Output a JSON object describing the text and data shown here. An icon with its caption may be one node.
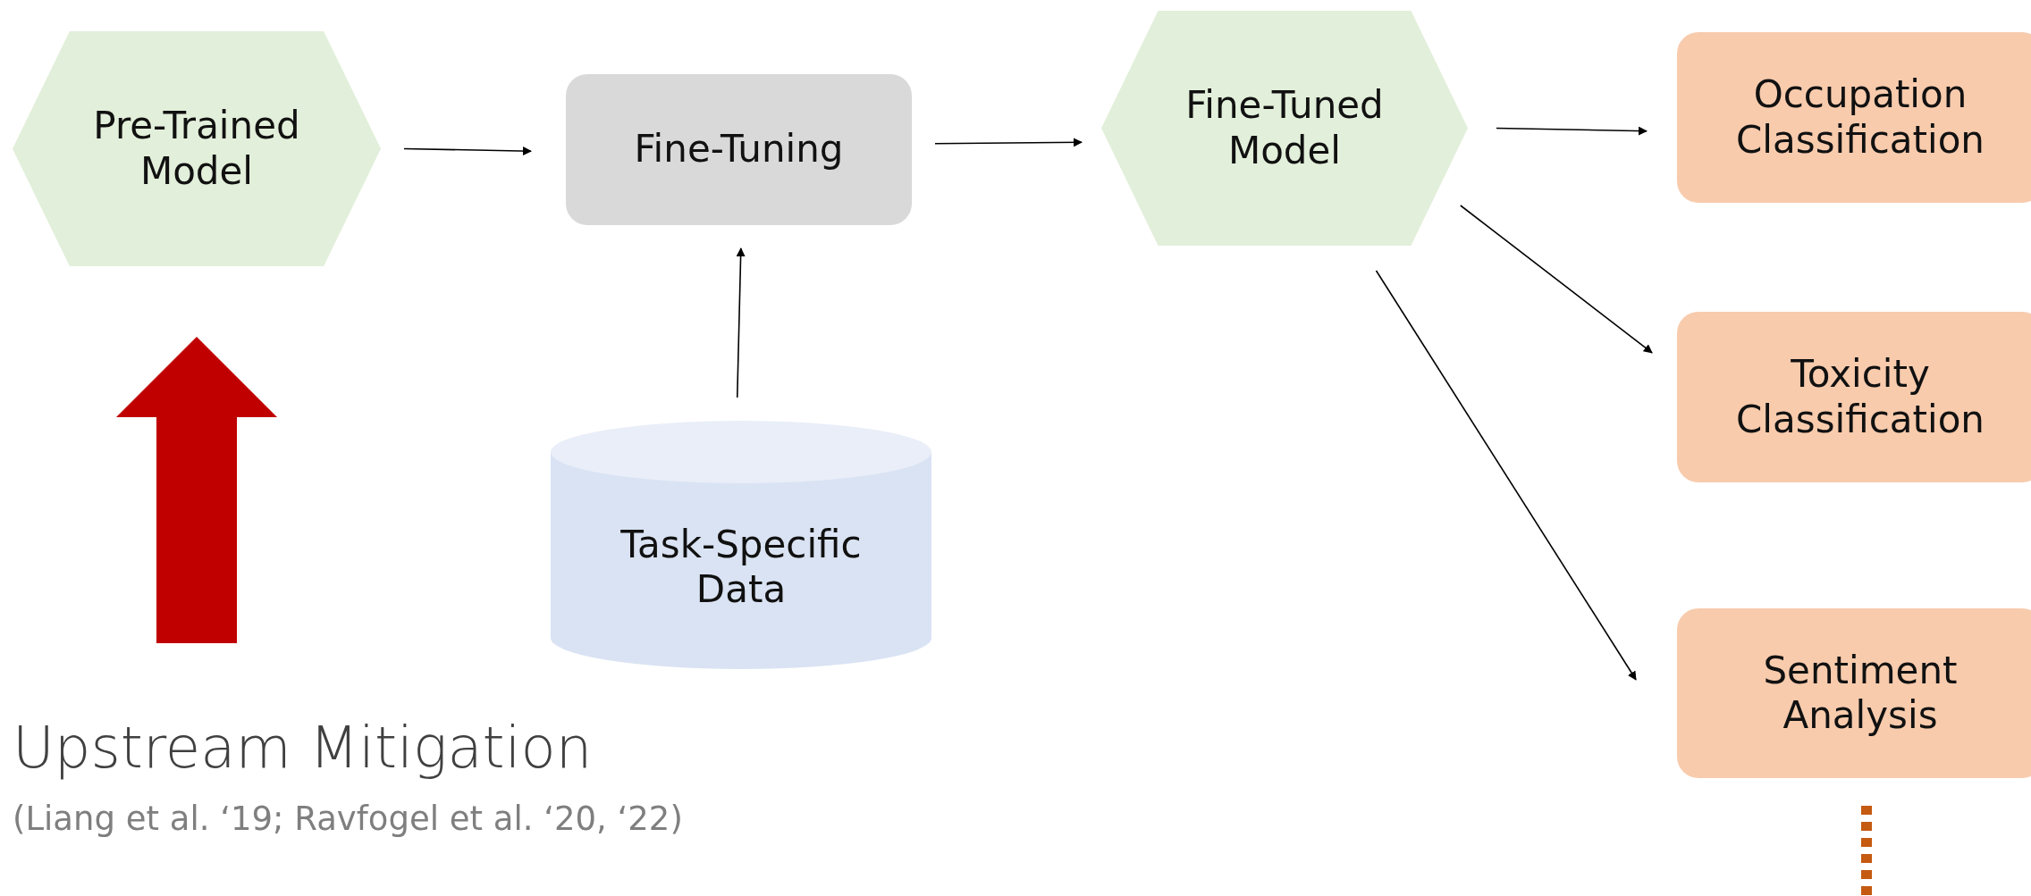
{
  "diagram": {
    "nodes": [
      {
        "text": [
          "Pre-Trained Model"
        ]
      },
      {
        "text": [
          "Fine-Tuning"
        ]
      },
      {
        "text": [
          "Fine-Tuned Model"
        ]
      },
      {
        "text": [
          "Occupation Classification"
        ]
      },
      {
        "text": [
          "Toxicity Classification"
        ]
      },
      {
        "text": [
          "Sentiment Analysis"
        ]
      },
      {
        "text": [
          "Task-Specific Data"
        ]
      }
    ],
    "edges": [
      {
        "from": 0,
        "to": 1,
        "arrow": "to"
      },
      {
        "from": 6,
        "to": 1,
        "arrow": "to"
      },
      {
        "from": 1,
        "to": 2,
        "arrow": "to"
      },
      {
        "from": 2,
        "to": 3,
        "arrow": "to"
      },
      {
        "from": 2,
        "to": 4,
        "arrow": "to"
      },
      {
        "from": 2,
        "to": 5,
        "arrow": "to"
      }
    ],
    "labels": [
      "Upstream Mitigation",
      "(Liang et al. ‘19; Ravfogel et al. ‘20, ‘22)"
    ]
  }
}
